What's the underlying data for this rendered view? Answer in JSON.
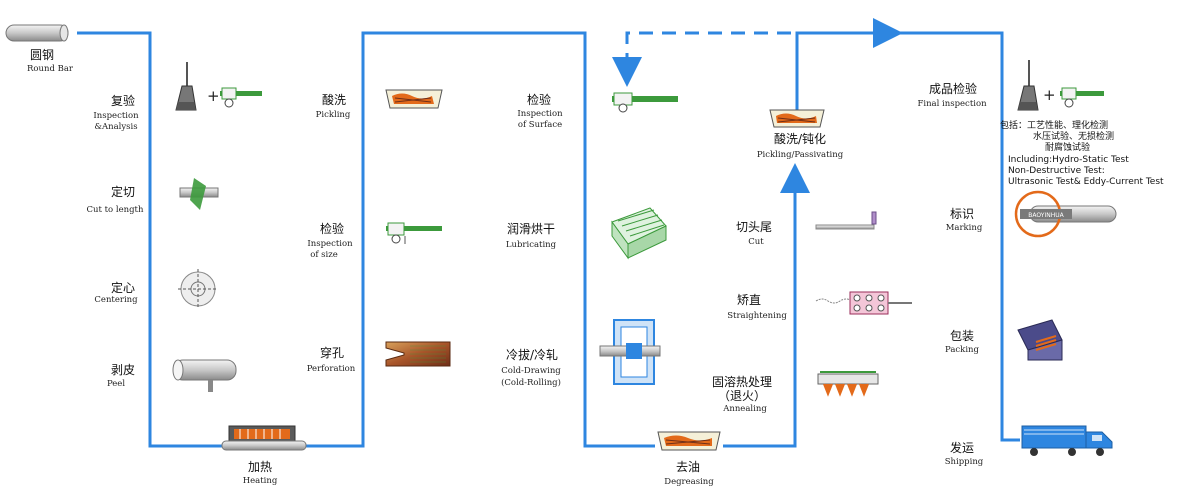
{
  "colors": {
    "flow": "#2e86e0",
    "equipment_blue": "#2e86e0",
    "equipment_green": "#3c9a3c",
    "annealing_orange": "#e36a1a",
    "marking_ring": "#e36a1a"
  },
  "steps": {
    "round_bar": {
      "zh": "圆钢",
      "en": "Round Bar"
    },
    "inspection": {
      "zh": "复验",
      "en1": "Inspection",
      "en2": "&Analysis"
    },
    "cut_to_length": {
      "zh": "定切",
      "en": "Cut to length"
    },
    "centering": {
      "zh": "定心",
      "en": "Centering"
    },
    "peel": {
      "zh": "剥皮",
      "en": "Peel"
    },
    "heating": {
      "zh": "加热",
      "en": "Heating"
    },
    "pickling": {
      "zh": "酸洗",
      "en": "Pickling"
    },
    "inspection_size": {
      "zh": "检验",
      "en1": "Inspection",
      "en2": "of size"
    },
    "perforation": {
      "zh": "穿孔",
      "en": "Perforation"
    },
    "inspection_surface": {
      "zh": "检验",
      "en1": "Inspection",
      "en2": "of Surface"
    },
    "lubricating": {
      "zh": "润滑烘干",
      "en": "Lubricating"
    },
    "cold_drawing": {
      "zh": "冷拔/冷轧",
      "en1": "Cold-Drawing",
      "en2": "(Cold-Rolling)"
    },
    "degreasing": {
      "zh": "去油",
      "en": "Degreasing"
    },
    "annealing": {
      "zh1": "固溶热处理",
      "zh2": "（退火）",
      "en": "Annealing"
    },
    "straightening": {
      "zh": "矫直",
      "en": "Straightening"
    },
    "cut": {
      "zh": "切头尾",
      "en": "Cut"
    },
    "pickling_passivating": {
      "zh": "酸洗/钝化",
      "en": "Pickling/Passivating"
    },
    "final_inspection": {
      "zh": "成品检验",
      "en": "Final inspection",
      "includes_zh1": "包括：工艺性能、理化检测",
      "includes_zh2": "水压试验、无损检测",
      "includes_zh3": "耐腐蚀试验",
      "includes_en1": "Including:Hydro-Static Test",
      "includes_en2": "Non-Destructive Test:",
      "includes_en3": "Ultrasonic Test& Eddy-Current Test"
    },
    "marking": {
      "zh": "标识",
      "en": "Marking",
      "stamp": "BAOYINHUA"
    },
    "packing": {
      "zh": "包装",
      "en": "Packing"
    },
    "shipping": {
      "zh": "发运",
      "en": "Shipping"
    }
  },
  "symbols": {
    "plus": "+"
  },
  "icons": [
    "round-bar-icon",
    "flask-icon",
    "caliper-icon",
    "cutter-icon",
    "crosshair-icon",
    "peel-bar-icon",
    "furnace-icon",
    "pickling-tank-icon",
    "perforation-die-icon",
    "drying-rack-icon",
    "drawing-machine-icon",
    "roller-straightener-icon",
    "annealing-furnace-icon",
    "cut-tube-icon",
    "stamp-icon",
    "package-icon",
    "truck-icon"
  ]
}
